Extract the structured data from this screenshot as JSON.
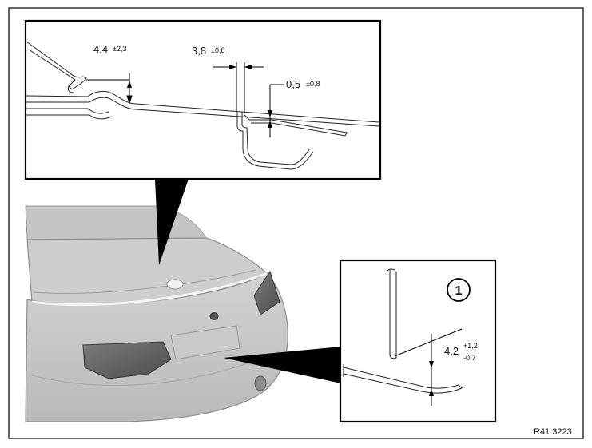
{
  "top_detail": {
    "dim_left": {
      "value": "4,4",
      "tolerance": "±2,3"
    },
    "dim_mid": {
      "value": "3,8",
      "tolerance": "±0,8"
    },
    "dim_right": {
      "value": "0,5",
      "tolerance": "±0,8"
    }
  },
  "right_detail": {
    "callout_number": "1",
    "dim": {
      "value": "4,2",
      "tol_upper": "+1,2",
      "tol_lower": "-0,7"
    }
  },
  "figure_ref": "R41 3223"
}
